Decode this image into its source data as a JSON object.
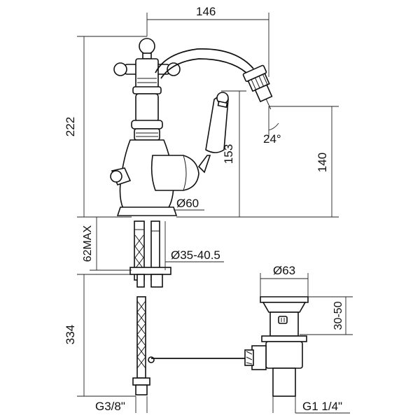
{
  "dimensions": {
    "width_top": "146",
    "height_total": "222",
    "handle_height": "153",
    "spout_height": "140",
    "spout_angle": "24°",
    "base_diameter": "Ø60",
    "shank_max": "62MAX",
    "hole_diameter": "Ø35-40.5",
    "hose_length": "334",
    "hose_thread": "G3/8\"",
    "waste_diameter": "Ø63",
    "waste_height": "30-50",
    "waste_thread": "G1 1/4\""
  }
}
